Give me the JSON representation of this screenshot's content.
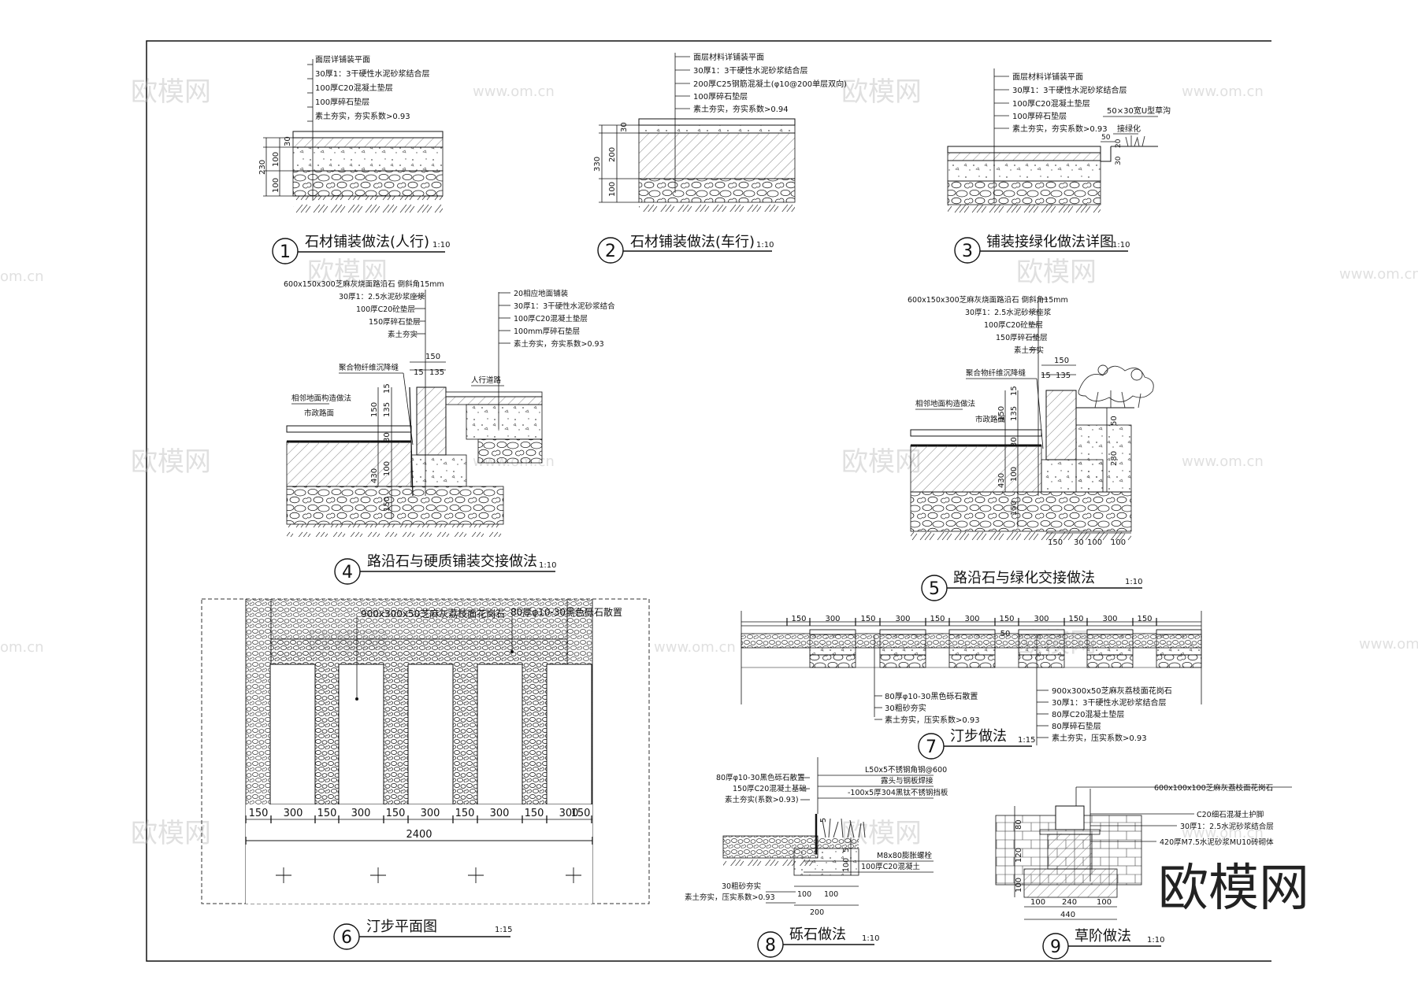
{
  "watermarks": {
    "brand": "欧模网",
    "url": "www.om.cn",
    "url_partial": "om.cn"
  },
  "details": [
    {
      "id": "1",
      "num": "1",
      "title": "石材铺装做法(人行)",
      "scale": "1:10",
      "labels": [
        "面层详铺装平面",
        "30厚1：3干硬性水泥砂浆结合层",
        "100厚C20混凝土垫层",
        "100厚碎石垫层",
        "素土夯实，夯实系数>0.93"
      ],
      "dims": [
        "230",
        "100",
        "100",
        "30"
      ]
    },
    {
      "id": "2",
      "num": "2",
      "title": "石材铺装做法(车行)",
      "scale": "1:10",
      "labels": [
        "面层材料详铺装平面",
        "30厚1：3干硬性水泥砂浆结合层",
        "200厚C25钢筋混凝土(φ10@200单层双向)",
        "100厚碎石垫层",
        "素土夯实，夯实系数>0.94"
      ],
      "dims": [
        "330",
        "100",
        "200",
        "30"
      ]
    },
    {
      "id": "3",
      "num": "3",
      "title": "铺装接绿化做法详图",
      "scale": "1:10",
      "labels": [
        "面层材料详铺装平面",
        "30厚1：3干硬性水泥砂浆结合层",
        "100厚C20混凝土垫层",
        "100厚碎石垫层",
        "素土夯实，夯实系数>0.93"
      ],
      "side_labels": [
        "50×30宽U型草沟",
        "接绿化"
      ],
      "dims": [
        "50",
        "20",
        "30"
      ]
    },
    {
      "id": "4",
      "num": "4",
      "title": "路沿石与硬质铺装交接做法",
      "scale": "1:10",
      "labels_left": [
        "600x150x300芝麻灰烧面路沿石 倒斜角15mm",
        "30厚1：2.5水泥砂浆座浆",
        "100厚C20砼垫层",
        "150厚碎石垫层",
        "素土夯实"
      ],
      "labels_right": [
        "20相应地面铺装",
        "30厚1：3干硬性水泥砂浆结合",
        "100厚C20混凝土垫层",
        "100mm厚碎石垫层",
        "素土夯实，夯实系数>0.93"
      ],
      "callouts": [
        "聚合物纤维沉降缝",
        "相邻地面构造做法",
        "市政路面",
        "人行道路"
      ],
      "dims": [
        "150",
        "15",
        "135",
        "15",
        "150",
        "135",
        "30",
        "430",
        "100",
        "150"
      ]
    },
    {
      "id": "5",
      "num": "5",
      "title": "路沿石与绿化交接做法",
      "scale": "1:10",
      "labels": [
        "600x150x300芝麻灰烧面路沿石 倒斜角15mm",
        "30厚1：2.5水泥砂浆座浆",
        "100厚C20砼垫层",
        "150厚碎石垫层",
        "素土夯实"
      ],
      "callouts": [
        "聚合物纤维沉降缝",
        "相邻地面构造做法",
        "市政路面"
      ],
      "dims_top": [
        "150",
        "15",
        "135"
      ],
      "dims_left": [
        "15",
        "150",
        "135",
        "30",
        "430",
        "100",
        "150"
      ],
      "dims_right": [
        "50",
        "280"
      ],
      "dims_bottom": [
        "150",
        "30",
        "100",
        "100"
      ]
    },
    {
      "id": "6",
      "num": "6",
      "title": "汀步平面图",
      "scale": "1:15",
      "labels": [
        "900x300x50芝麻灰荔枝面花岗石",
        "80厚φ10-30黑色砾石散置"
      ],
      "dims": [
        "150",
        "300",
        "150",
        "300",
        "150",
        "300",
        "150",
        "300",
        "150",
        "300",
        "150"
      ],
      "total": "2400"
    },
    {
      "id": "7",
      "num": "7",
      "title": "汀步做法",
      "scale": "1:15",
      "dims": [
        "150",
        "300",
        "150",
        "300",
        "150",
        "300",
        "150",
        "300",
        "150",
        "300",
        "150"
      ],
      "labels_left": [
        "80厚φ10-30黑色砾石散置",
        "30粗砂夯实",
        "素土夯实，压实系数>0.93"
      ],
      "labels_right": [
        "900x300x50芝麻灰荔枝面花岗石",
        "30厚1：3干硬性水泥砂浆结合层",
        "80厚C20混凝土垫层",
        "80厚碎石垫层",
        "素土夯实，压实系数>0.93"
      ],
      "mid_dim": "50"
    },
    {
      "id": "8",
      "num": "8",
      "title": "砾石做法",
      "scale": "1:10",
      "labels_left": [
        "80厚φ10-30黑色砾石散置",
        "150厚C20混凝土基础",
        "素土夯实(系数>0.93)"
      ],
      "labels_right": [
        "L50x5不锈钢角钢@600",
        "露头与钢板焊接",
        "-100x5厚304黑钛不锈钢挡板"
      ],
      "labels_bottom_right": [
        "M8x80膨胀螺栓",
        "100厚C20混凝土"
      ],
      "labels_bottom_left": [
        "30粗砂夯实",
        "素土夯实，压实系数>0.93"
      ],
      "dims": [
        "5",
        "5",
        "100",
        "100",
        "200",
        "100"
      ]
    },
    {
      "id": "9",
      "num": "9",
      "title": "草阶做法",
      "scale": "1:10",
      "labels": [
        "600x100x100芝麻灰荔枝面花岗石",
        "C20细石混凝土护脚",
        "30厚1：2.5水泥砂浆结合层",
        "420厚M7.5水泥砂浆MU10砖砌体"
      ],
      "dims_left": [
        "80",
        "120",
        "100"
      ],
      "dims_bottom": [
        "100",
        "240",
        "100"
      ],
      "total": "440"
    }
  ]
}
